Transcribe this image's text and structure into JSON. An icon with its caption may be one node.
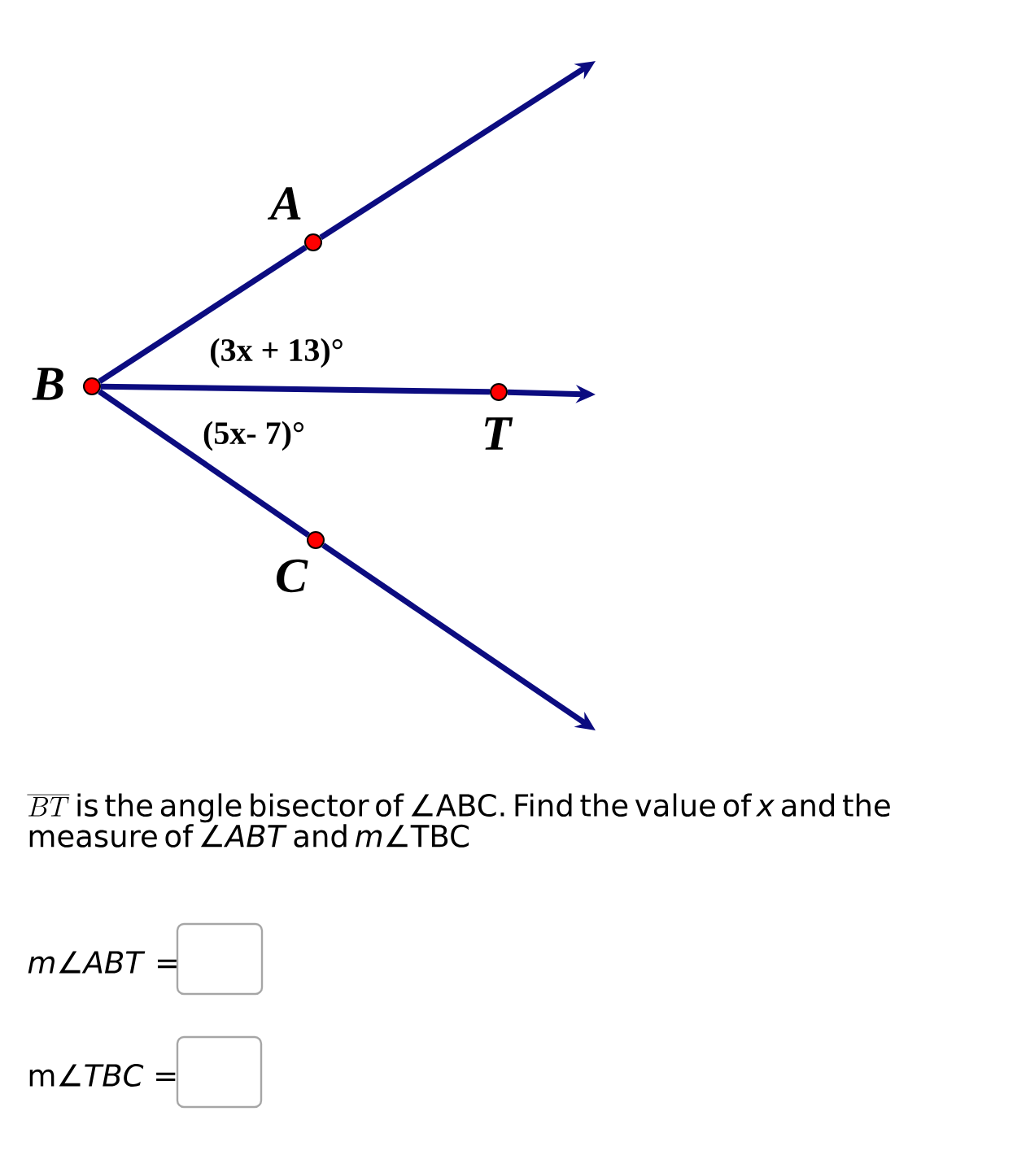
{
  "diagram": {
    "nodes": [
      {
        "text": [],
        "shape": "circle",
        "beside": [
          "B"
        ]
      },
      {
        "text": [],
        "shape": "circle",
        "beside": [
          "A"
        ]
      },
      {
        "text": [],
        "shape": "circle",
        "beside": [
          "T"
        ]
      },
      {
        "text": [],
        "shape": "circle",
        "beside": [
          "C"
        ]
      }
    ],
    "edges": [
      {
        "from": 0,
        "to": 1,
        "arrow": "none"
      },
      {
        "from": 1,
        "to": null,
        "arrow": "to"
      },
      {
        "from": 0,
        "to": 2,
        "arrow": "none"
      },
      {
        "from": 2,
        "to": null,
        "arrow": "to"
      },
      {
        "from": 0,
        "to": 3,
        "arrow": "none"
      },
      {
        "from": 3,
        "to": null,
        "arrow": "to"
      }
    ],
    "labels": [
      "(3x + 13)°",
      "(5x- 7)°",
      "\\overline{BT}",
      "is the angle bisector of ∠ABC.  Find the value of *x* and the measure of ∠*ABT* and *m*∠TBC",
      "*m*∠*ABT* =",
      "m∠*TBC* ="
    ]
  }
}
